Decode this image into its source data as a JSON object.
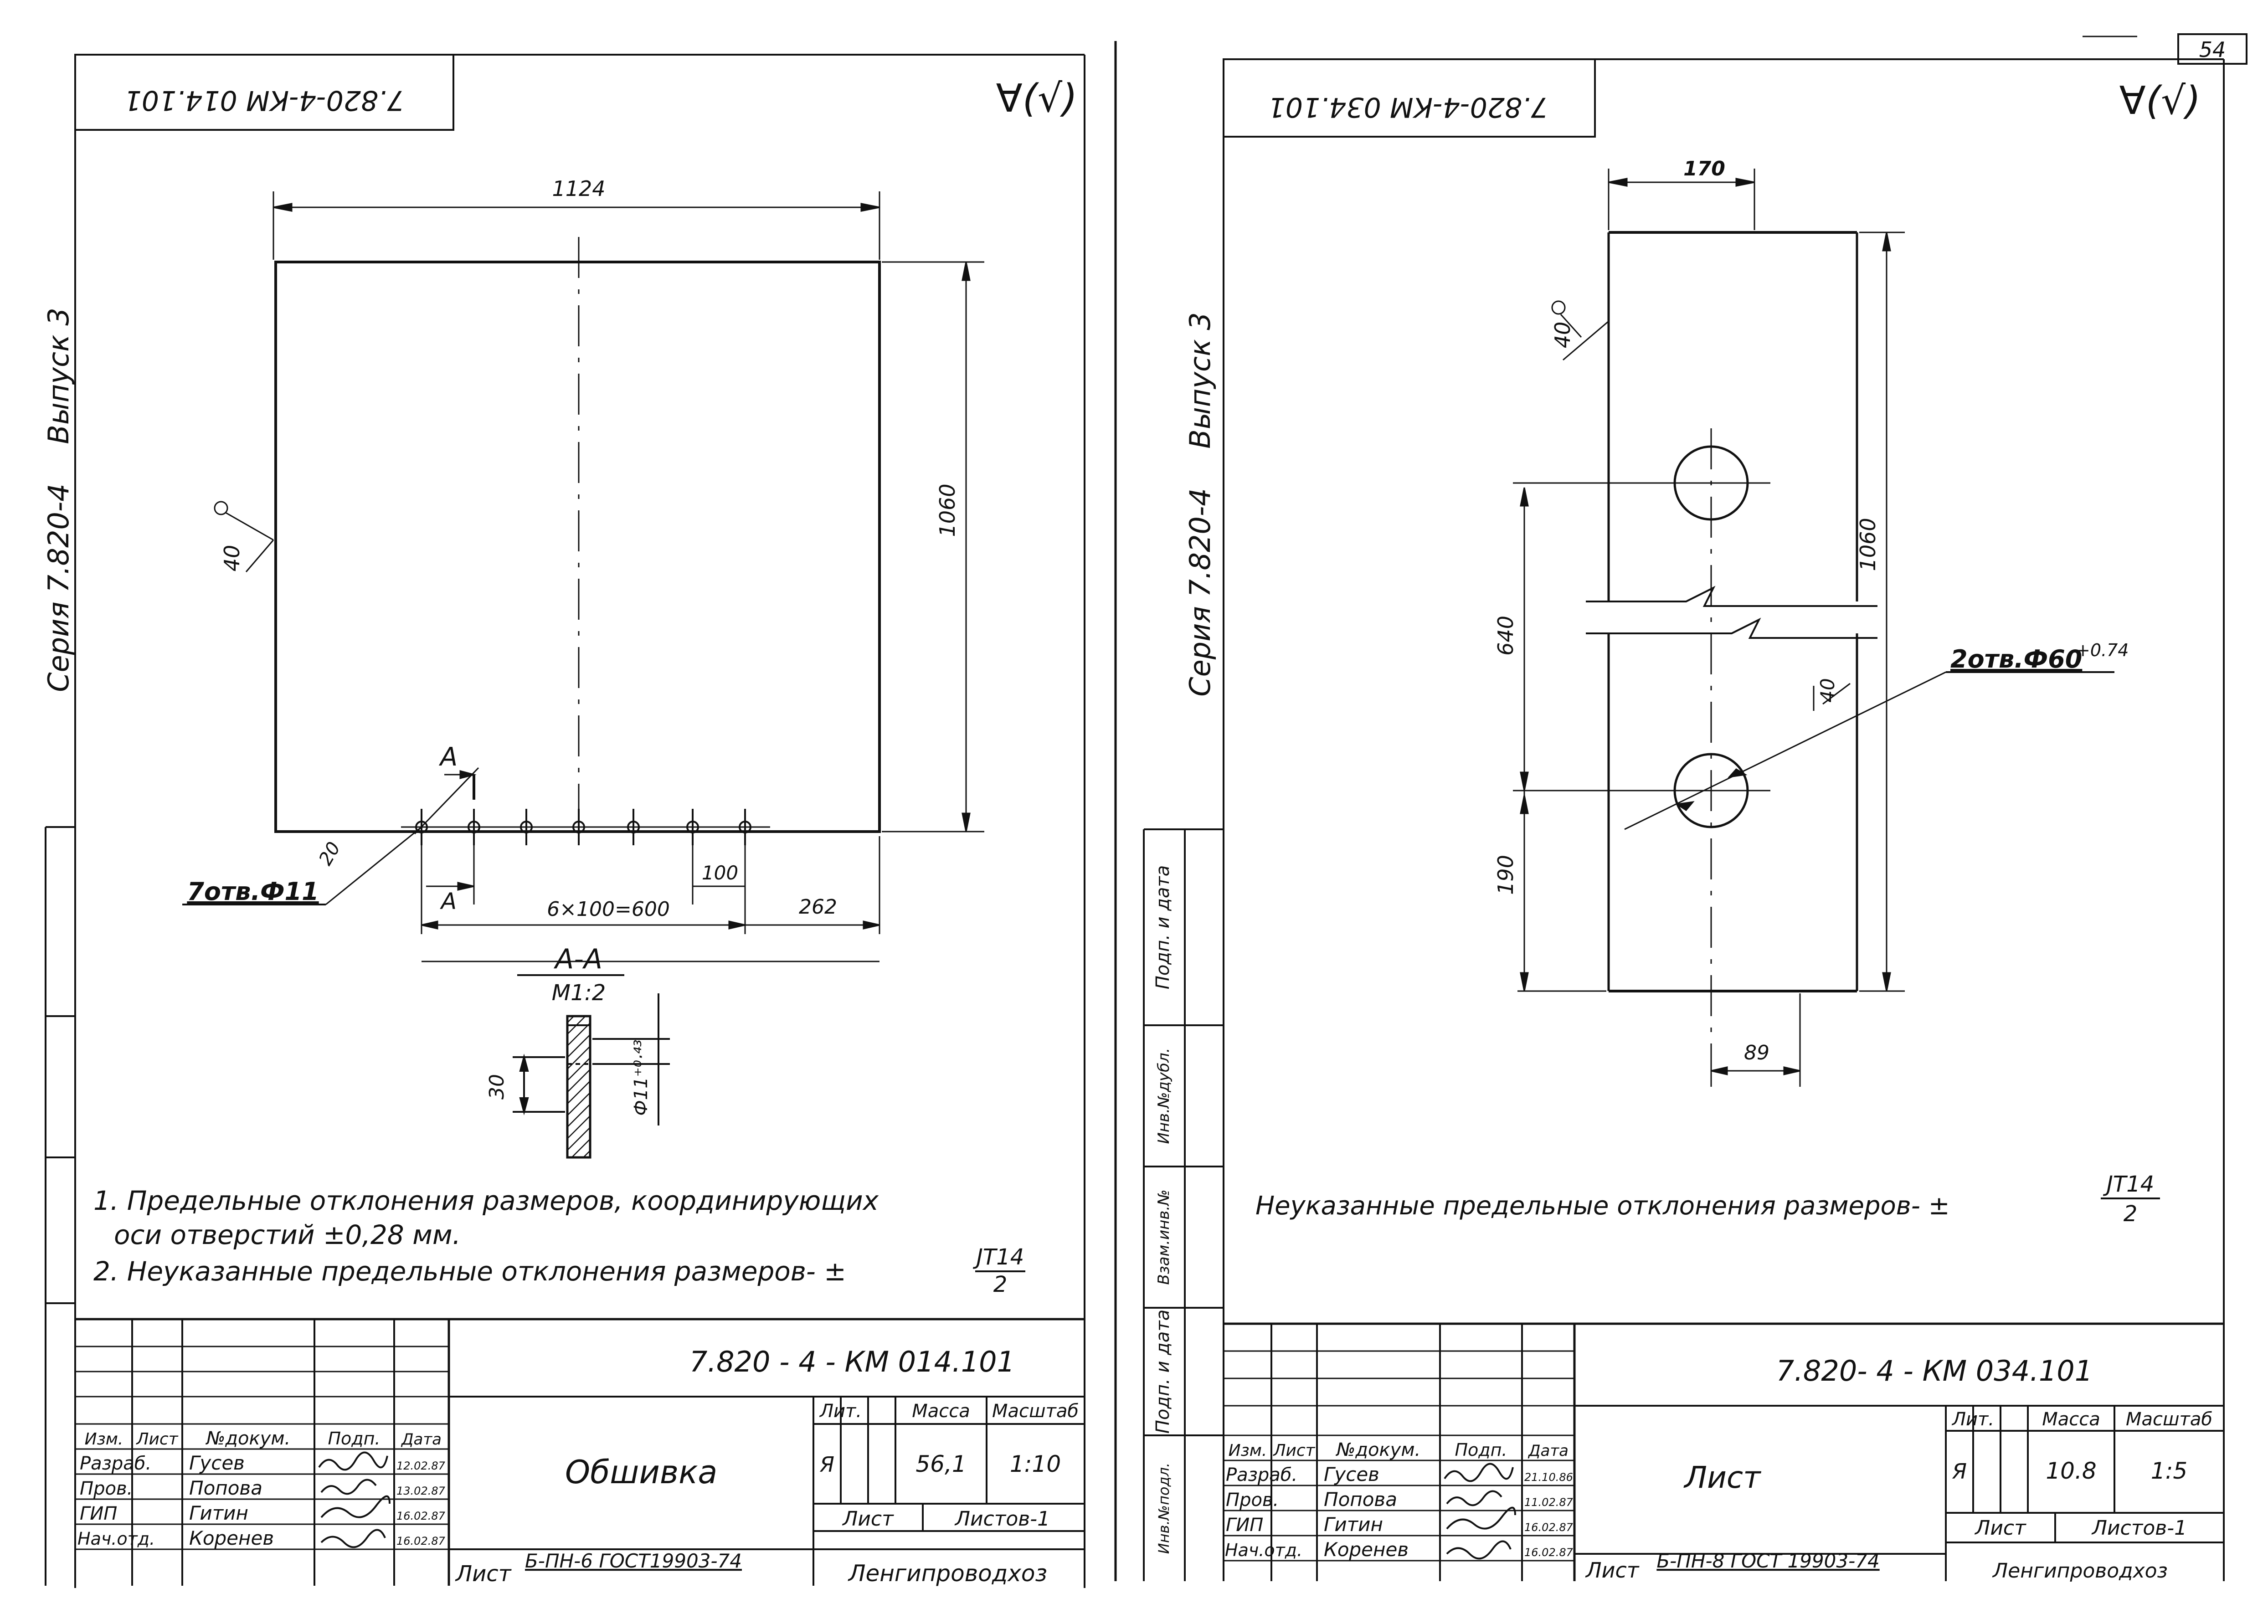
{
  "page_number": "54",
  "left": {
    "stamp": "7.820-4-КМ 014.101",
    "roughness": "∀(√)",
    "series": "Серия 7.820-4",
    "issue": "Выпуск 3",
    "dims": {
      "width": "1124",
      "height": "1060",
      "edge": "20",
      "pitch": "100",
      "holes_run": "6×100=600",
      "right": "262",
      "thickness": "30"
    },
    "weld": "40",
    "holes_label": "7отв.Ф11",
    "hole_tol": "Ф11⁺⁰·⁴³",
    "section_mark": "А",
    "section_title": "А-А",
    "section_scale": "М1:2",
    "notes": [
      "1. Предельные   отклонения   размеров, координирующих",
      "оси  отверстий  ±0,28 мм.",
      "2. Неуказанные  предельные  отклонения  размеров- ±"
    ],
    "tol_num": "JT14",
    "tol_den": "2",
    "title_block": {
      "code": "7.820 - 4 - КМ 014.101",
      "name": "Обшивка",
      "lit_h": "Лит.",
      "mass_h": "Масса",
      "scale_h": "Масштаб",
      "lit": "Я",
      "mass": "56,1",
      "scale": "1:10",
      "sheet": "Лист",
      "sheets": "Листов-1",
      "headers": [
        "Изм.",
        "Лист",
        "№докум.",
        "Подп.",
        "Дата"
      ],
      "rows": [
        {
          "role": "Разраб.",
          "name": "Гусев",
          "date": "12.02.87"
        },
        {
          "role": "Пров.",
          "name": "Попова",
          "date": "13.02.87"
        },
        {
          "role": "ГИП",
          "name": "Гитин",
          "date": "16.02.87"
        },
        {
          "role": "Нач.отд.",
          "name": "Коренев",
          "date": "16.02.87"
        }
      ],
      "material_prefix": "Лист",
      "material": "Б-ПН-6 ГОСТ19903-74",
      "org": "Ленгипроводхоз"
    }
  },
  "right": {
    "stamp": "7.820-4-КМ 034.101",
    "roughness": "∀(√)",
    "series": "Серия 7.820-4",
    "issue": "Выпуск 3",
    "dims": {
      "width": "170",
      "height": "1060",
      "spacing": "640",
      "bottom": "190",
      "offset": "89"
    },
    "weld": "40",
    "weld2": "40",
    "holes_label": "2отв.Ф60",
    "holes_tol": "+0.74",
    "note": "Неуказанные  предельные  отклонения  размеров- ±",
    "tol_num": "JT14",
    "tol_den": "2",
    "side_stamps": [
      "Подп. и дата",
      "Инв.№дубл.",
      "Взам.инв.№",
      "Подп. и дата",
      "Инв.№подл."
    ],
    "title_block": {
      "code": "7.820- 4 - КМ 034.101",
      "name": "Лист",
      "lit_h": "Лит.",
      "mass_h": "Масса",
      "scale_h": "Масштаб",
      "lit": "Я",
      "mass": "10.8",
      "scale": "1:5",
      "sheet": "Лист",
      "sheets": "Листов-1",
      "headers": [
        "Изм.",
        "Лист",
        "№докум.",
        "Подп.",
        "Дата"
      ],
      "rows": [
        {
          "role": "Разраб.",
          "name": "Гусев",
          "date": "21.10.86"
        },
        {
          "role": "Пров.",
          "name": "Попова",
          "date": "11.02.87"
        },
        {
          "role": "ГИП",
          "name": "Гитин",
          "date": "16.02.87"
        },
        {
          "role": "Нач.отд.",
          "name": "Коренев",
          "date": "16.02.87"
        }
      ],
      "material_prefix": "Лист",
      "material": "Б-ПН-8 ГОСТ 19903-74",
      "org": "Ленгипроводхоз"
    }
  }
}
